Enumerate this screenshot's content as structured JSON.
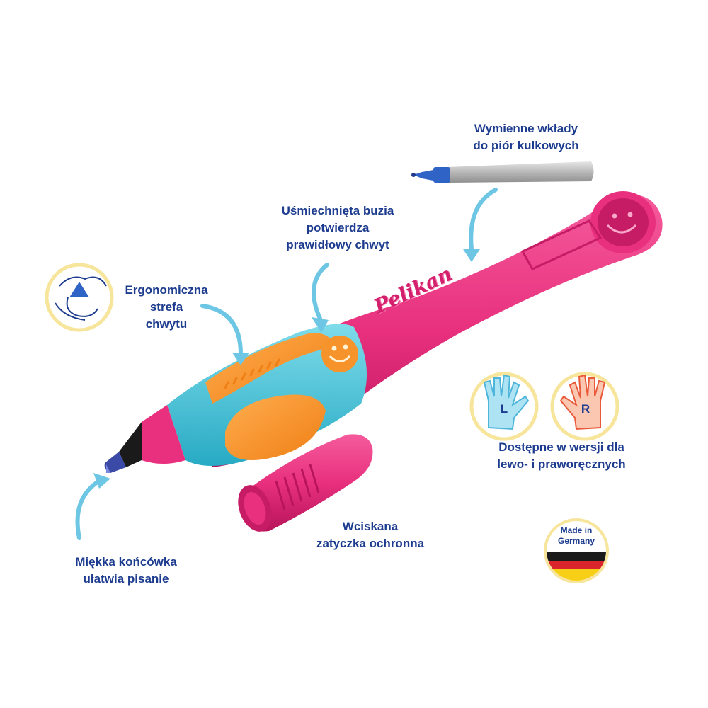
{
  "captions": {
    "refill": [
      "Wymienne wkłady",
      "do piór kulkowych"
    ],
    "smiley": [
      "Uśmiechnięta buzia",
      "potwierdza",
      "prawidłowy chwyt"
    ],
    "grip": [
      "Ergonomiczna",
      "strefa",
      "chwytu"
    ],
    "hands": [
      "Dostępne w wersji dla",
      "lewo- i praworęcznych"
    ],
    "cap": [
      "Wciskana",
      "zatyczka ochronna"
    ],
    "tip": [
      "Miękka końcówka",
      "ułatwia pisanie"
    ]
  },
  "badge": [
    "Made in",
    "Germany"
  ],
  "hand_letters": {
    "left": "L",
    "right": "R"
  },
  "brand": "Pelikan",
  "colors": {
    "caption_text": "#1d3c8f",
    "arrow": "#6dc6e3",
    "pen_body": "#e8307e",
    "grip_turquoise": "#4fc6d6",
    "grip_orange": "#f7932b",
    "badge_ring": "#f7e59b",
    "flag_black": "#1a1a1a",
    "flag_red": "#d8262c",
    "flag_gold": "#f8cf17"
  }
}
